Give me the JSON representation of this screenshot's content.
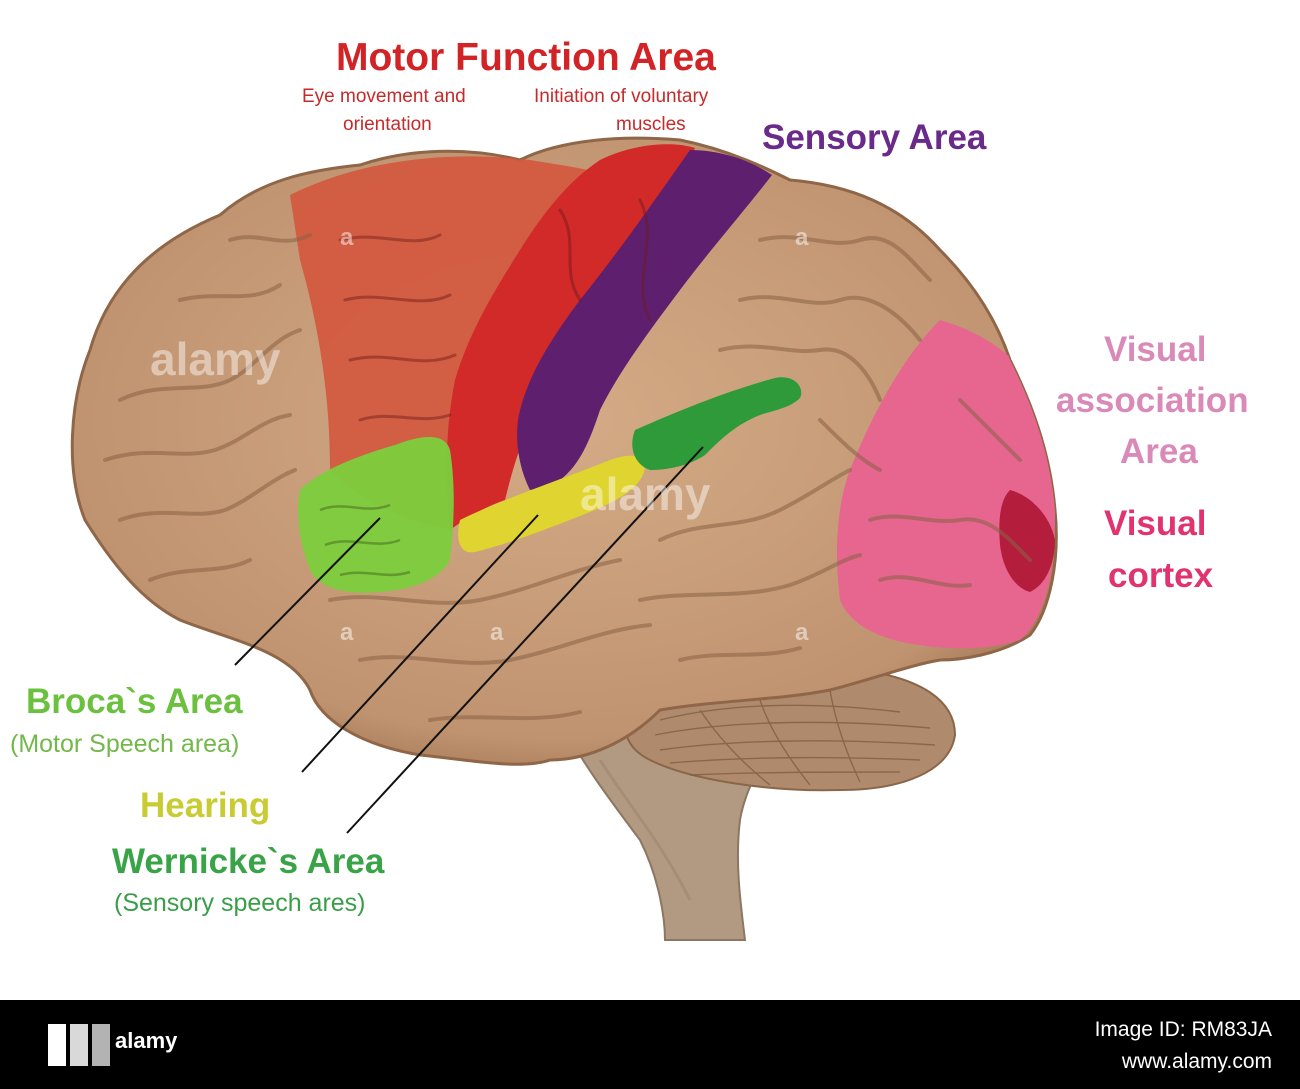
{
  "colors": {
    "brain": "#c79d78",
    "brain_dark": "#9c7252",
    "motor_premotor": "#d2583e",
    "motor_primary": "#d12a28",
    "sensory": "#5d1f6e",
    "broca": "#7ccd3d",
    "hearing": "#e0d431",
    "wernicke": "#2f9a3a",
    "visual_assoc": "#e6668f",
    "visual_cortex": "#b51d3d",
    "cerebellum": "#b08a6c",
    "stem": "#b29a82"
  },
  "labels": {
    "motor_title": "Motor Function Area",
    "motor_sub_left_1": "Eye movement and",
    "motor_sub_left_2": "orientation",
    "motor_sub_right_1": "Initiation of voluntary",
    "motor_sub_right_2": "muscles",
    "sensory": "Sensory Area",
    "visual_assoc_1": "Visual",
    "visual_assoc_2": "association",
    "visual_assoc_3": "Area",
    "visual_cortex_1": "Visual",
    "visual_cortex_2": "cortex",
    "broca_title": "Broca`s Area",
    "broca_sub": "(Motor Speech area)",
    "hearing": "Hearing",
    "wernicke_title": "Wernicke`s Area",
    "wernicke_sub": "(Sensory speech ares)"
  },
  "watermark": {
    "brand": "alamy",
    "letter": "a"
  },
  "footer": {
    "brand": "alamy",
    "image_id": "Image ID: RM83JA",
    "site": "www.alamy.com"
  }
}
